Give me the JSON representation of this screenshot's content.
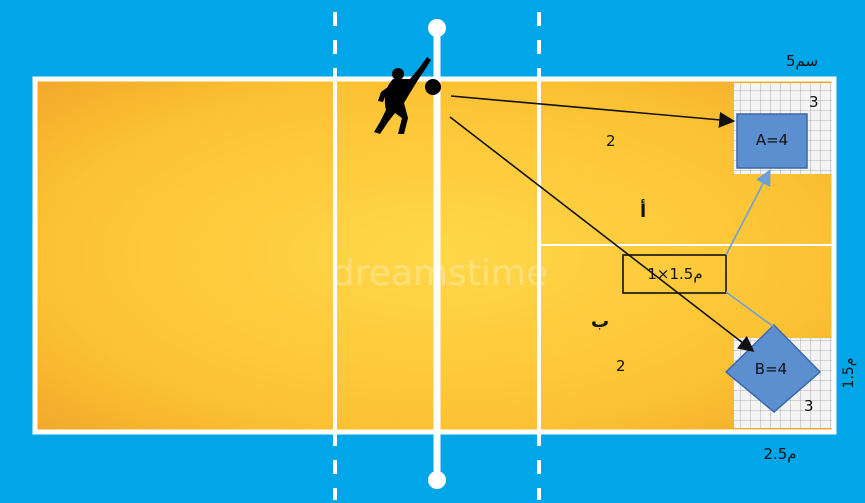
{
  "labels": {
    "top_right_unit": "5سم",
    "zone_a_number": "2",
    "zone_a_letter": "أ",
    "zone_b_letter": "ب",
    "zone_b_number": "2",
    "target_a_text": "A=4",
    "target_a_count": "3",
    "target_b_text": "B=4",
    "target_b_count": "3",
    "center_box_text": "1×1.5م",
    "right_side_measure": "1.5م",
    "bottom_measure": "2.5م",
    "watermark": "dreamstime"
  },
  "colors": {
    "background": "#00a6e8",
    "court_center": "#ffd53a",
    "court_edge": "#f0a82a",
    "line": "#ffffff",
    "target_fill": "#5b8fd0",
    "target_stroke": "#3b68a8",
    "grid_bg": "#f4f4f4",
    "grid_line": "#9a9a9a",
    "arrow_black": "#111111",
    "arrow_blue": "#6e9fd6"
  },
  "icons": {
    "player": "volleyball-spiker-silhouette-icon",
    "ball": "ball-icon"
  }
}
